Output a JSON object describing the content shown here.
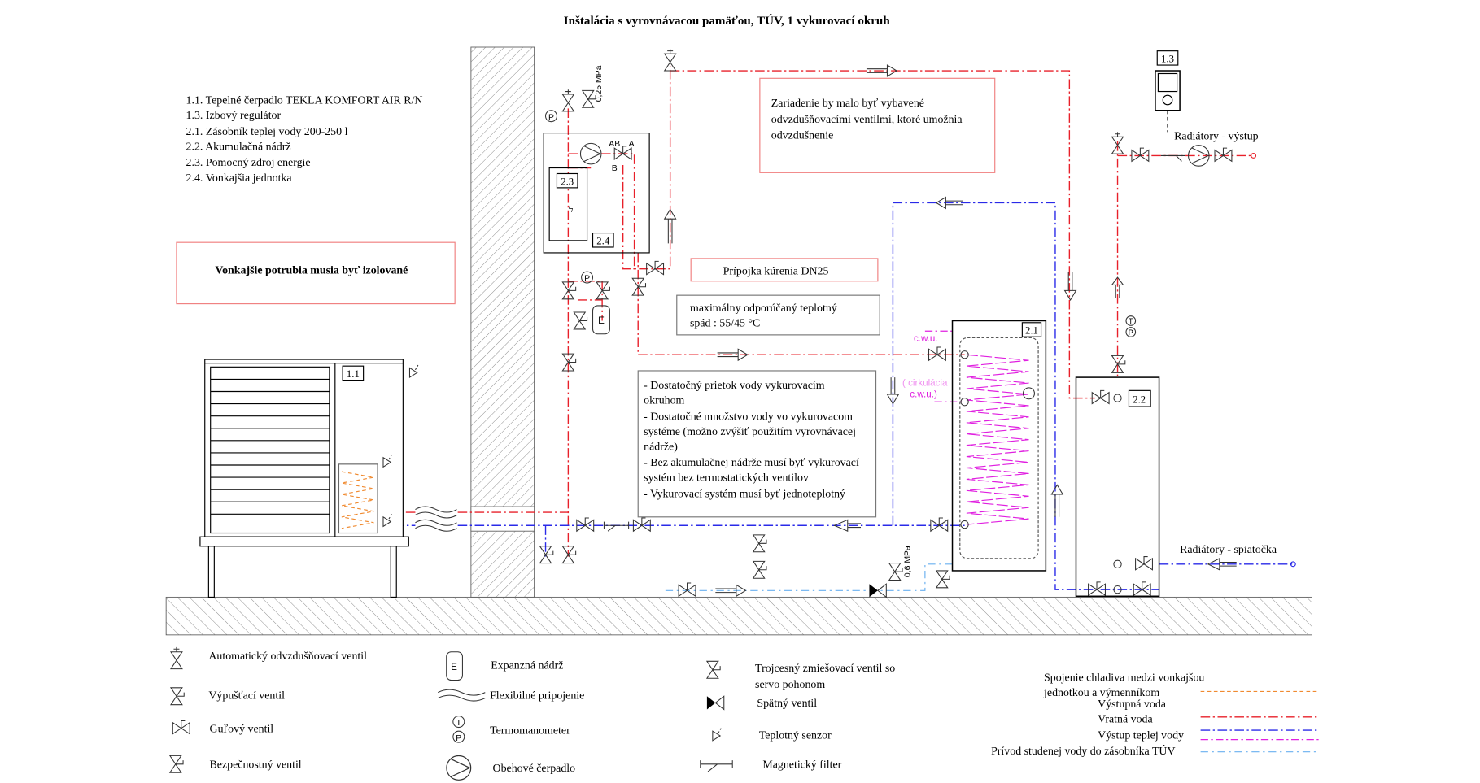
{
  "title": "Inštalácia s vyrovnávacou pamäťou, TÚV, 1 vykurovací okruh",
  "components": [
    "1.1. Tepelné čerpadlo TEKLA KOMFORT AIR R/N",
    "1.3. Izbový regulátor",
    "2.1. Zásobník teplej vody 200-250 l",
    "2.2. Akumulačná nádrž",
    "2.3. Pomocný zdroj energie",
    "2.4. Vonkajšia jednotka"
  ],
  "labels": {
    "hp": "1.1",
    "thermostat": "1.3",
    "dhw_tank": "2.1",
    "buffer_tank": "2.2",
    "aux_source": "2.3",
    "outdoor_unit": "2.4",
    "valve_ab": "AB",
    "valve_a": "A",
    "valve_b": "B",
    "pressure_top": "0,25 MPa",
    "pressure_bottom": "0,6 MPa",
    "cwu": "c.w.u.",
    "circulation_1": "( cirkulácia",
    "circulation_2": "c.w.u.)",
    "expansion": "E",
    "p": "P",
    "t": "T",
    "radiators_out": "Radiátory - výstup",
    "radiators_return": "Radiátory - spiatočka"
  },
  "notes": {
    "insulation": "Vonkajšie potrubia musia byť izolované",
    "venting": [
      "Zariadenie by malo byť vybavené",
      "odvzdušňovacími ventilmi, ktoré umožnia",
      "odvzdušnenie"
    ],
    "connection": "Prípojka kúrenia DN25",
    "temp_drop": [
      "maximálny odporúčaný teplotný",
      "spád : 55/45 °C"
    ],
    "requirements": [
      "- Dostatočný prietok vody vykurovacím",
      "okruhom",
      "- Dostatočné množstvo vody vo vykurovacom",
      "systéme (možno zvýšiť použitím vyrovnávacej",
      "nádrže)",
      "- Bez akumulačnej nádrže musí byť vykurovací",
      "systém bez termostatických ventilov",
      "- Vykurovací systém musí byť jednoteplotný"
    ]
  },
  "legend_symbols": [
    {
      "icon": "air-vent-valve",
      "label": "Automatický odvzdušňovací ventil"
    },
    {
      "icon": "drain-valve",
      "label": "Výpušťací ventil"
    },
    {
      "icon": "ball-valve",
      "label": "Guľový ventil"
    },
    {
      "icon": "safety-valve",
      "label": "Bezpečnostný ventil"
    },
    {
      "icon": "expansion-tank",
      "label": "Expanzná nádrž"
    },
    {
      "icon": "flexible-connection",
      "label": "Flexibilné pripojenie"
    },
    {
      "icon": "thermomanometer",
      "label": "Termomanometer"
    },
    {
      "icon": "circulation-pump",
      "label": "Obehové čerpadlo"
    },
    {
      "icon": "three-way-valve",
      "label": "Trojcesný zmiešovací ventil so",
      "label2": "servo pohonom"
    },
    {
      "icon": "check-valve",
      "label": "Spätný ventil"
    },
    {
      "icon": "temperature-sensor",
      "label": "Teplotný senzor"
    },
    {
      "icon": "magnetic-filter",
      "label": "Magnetický filter"
    }
  ],
  "legend_lines": [
    {
      "label": "Spojenie chladiva medzi vonkajšou",
      "label2": "jednotkou a výmenníkom",
      "color": "#f08a30"
    },
    {
      "label": "Výstupná voda",
      "color": "#e8202a"
    },
    {
      "label": "Vratná voda",
      "color": "#2a2ae8"
    },
    {
      "label": "Výstup teplej vody",
      "color": "#e020e0"
    },
    {
      "label": "Prívod studenej vody do zásobníka TÚV",
      "color": "#6ab0f0"
    }
  ]
}
